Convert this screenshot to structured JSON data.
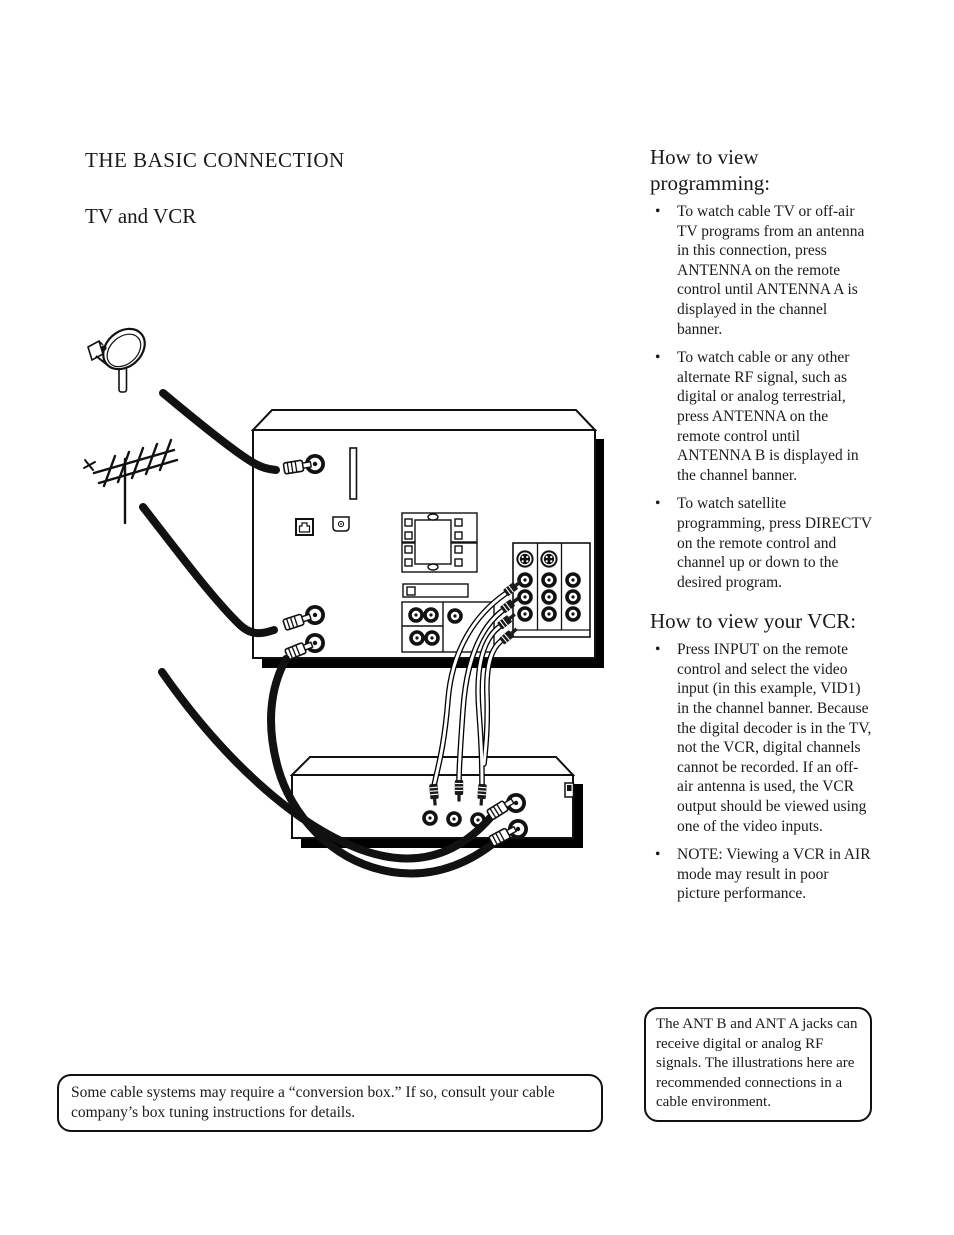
{
  "page": {
    "background": "#ffffff",
    "ink": "#1a1a1a"
  },
  "header": {
    "title": "THE BASIC CONNECTION",
    "subtitle": "TV and VCR"
  },
  "ui": {
    "bullet_char": "•"
  },
  "right_column": {
    "sections": [
      {
        "heading": "How to view programming:",
        "bullets": [
          "To watch cable TV or off-air TV programs from an antenna in this connection, press ANTENNA on the remote control until ANTENNA A is displayed in the channel banner.",
          "To watch cable or any other alternate RF signal, such as digital or analog terrestrial, press ANTENNA on the remote control until ANTENNA B is displayed in the channel banner.",
          "To watch satellite programming, press DIRECTV on the remote control and channel up or down to the desired program."
        ]
      },
      {
        "heading": "How to view your VCR:",
        "bullets": [
          "Press INPUT on the remote control and select the video input (in this example, VID1) in the channel banner. Because the digital decoder is in the TV, not the VCR, digital channels cannot be recorded. If an off-air antenna is used, the VCR output should be viewed using one of the video inputs.",
          "NOTE: Viewing a VCR in AIR mode may result in poor picture performance."
        ]
      }
    ]
  },
  "notes": {
    "ant_note": "The ANT B and ANT A jacks can receive digital or analog RF signals. The illustrations here are recommended connections in a cable environment.",
    "cable_note": "Some cable systems may require a “conversion box.” If so, consult your cable company’s box tuning instructions for details."
  },
  "diagram": {
    "components": [
      "satellite-dish",
      "tv-antenna",
      "tv-rear-panel",
      "vcr",
      "coax-cables",
      "av-cables"
    ],
    "line_color": "#111111",
    "fill_color": "#ffffff"
  }
}
